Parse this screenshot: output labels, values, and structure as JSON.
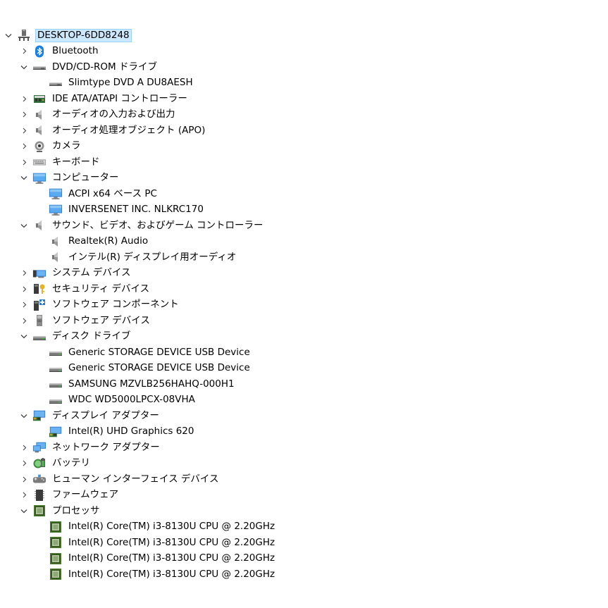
{
  "tree": {
    "items": [
      {
        "label": "DESKTOP-6DD8248",
        "level": 0,
        "expander": "expanded",
        "icon": "computer-root-icon",
        "selected": true
      },
      {
        "label": "Bluetooth",
        "level": 1,
        "expander": "collapsed",
        "icon": "bluetooth-icon"
      },
      {
        "label": "DVD/CD-ROM ドライブ",
        "level": 1,
        "expander": "expanded",
        "icon": "optical-drive-icon"
      },
      {
        "label": "Slimtype DVD A  DU8AESH",
        "level": 2,
        "expander": "none",
        "icon": "optical-drive-icon"
      },
      {
        "label": "IDE ATA/ATAPI コントローラー",
        "level": 1,
        "expander": "collapsed",
        "icon": "ide-controller-icon"
      },
      {
        "label": "オーディオの入力および出力",
        "level": 1,
        "expander": "collapsed",
        "icon": "speaker-icon"
      },
      {
        "label": "オーディオ処理オブジェクト (APO)",
        "level": 1,
        "expander": "collapsed",
        "icon": "speaker-icon"
      },
      {
        "label": "カメラ",
        "level": 1,
        "expander": "collapsed",
        "icon": "camera-icon"
      },
      {
        "label": "キーボード",
        "level": 1,
        "expander": "collapsed",
        "icon": "keyboard-icon"
      },
      {
        "label": "コンピューター",
        "level": 1,
        "expander": "expanded",
        "icon": "monitor-icon"
      },
      {
        "label": "ACPI x64 ベース PC",
        "level": 2,
        "expander": "none",
        "icon": "monitor-icon"
      },
      {
        "label": "INVERSENET INC. NLKRC170",
        "level": 2,
        "expander": "none",
        "icon": "monitor-icon"
      },
      {
        "label": "サウンド、ビデオ、およびゲーム コントローラー",
        "level": 1,
        "expander": "expanded",
        "icon": "speaker-icon"
      },
      {
        "label": "Realtek(R) Audio",
        "level": 2,
        "expander": "none",
        "icon": "speaker-icon"
      },
      {
        "label": "インテル(R) ディスプレイ用オーディオ",
        "level": 2,
        "expander": "none",
        "icon": "speaker-icon"
      },
      {
        "label": "システム デバイス",
        "level": 1,
        "expander": "collapsed",
        "icon": "system-devices-icon"
      },
      {
        "label": "セキュリティ デバイス",
        "level": 1,
        "expander": "collapsed",
        "icon": "security-device-icon"
      },
      {
        "label": "ソフトウェア コンポーネント",
        "level": 1,
        "expander": "collapsed",
        "icon": "software-component-icon"
      },
      {
        "label": "ソフトウェア デバイス",
        "level": 1,
        "expander": "collapsed",
        "icon": "software-device-icon"
      },
      {
        "label": "ディスク ドライブ",
        "level": 1,
        "expander": "expanded",
        "icon": "disk-drive-icon"
      },
      {
        "label": "Generic STORAGE DEVICE USB Device",
        "level": 2,
        "expander": "none",
        "icon": "disk-drive-icon"
      },
      {
        "label": "Generic STORAGE DEVICE USB Device",
        "level": 2,
        "expander": "none",
        "icon": "disk-drive-icon"
      },
      {
        "label": "SAMSUNG MZVLB256HAHQ-000H1",
        "level": 2,
        "expander": "none",
        "icon": "disk-drive-icon"
      },
      {
        "label": "WDC WD5000LPCX-08VHA",
        "level": 2,
        "expander": "none",
        "icon": "disk-drive-icon"
      },
      {
        "label": "ディスプレイ アダプター",
        "level": 1,
        "expander": "expanded",
        "icon": "display-adapter-icon"
      },
      {
        "label": "Intel(R) UHD Graphics 620",
        "level": 2,
        "expander": "none",
        "icon": "display-adapter-icon"
      },
      {
        "label": "ネットワーク アダプター",
        "level": 1,
        "expander": "collapsed",
        "icon": "network-adapter-icon"
      },
      {
        "label": "バッテリ",
        "level": 1,
        "expander": "collapsed",
        "icon": "battery-icon"
      },
      {
        "label": "ヒューマン インターフェイス デバイス",
        "level": 1,
        "expander": "collapsed",
        "icon": "hid-icon"
      },
      {
        "label": "ファームウェア",
        "level": 1,
        "expander": "collapsed",
        "icon": "firmware-icon"
      },
      {
        "label": "プロセッサ",
        "level": 1,
        "expander": "expanded",
        "icon": "processor-icon"
      },
      {
        "label": "Intel(R) Core(TM) i3-8130U CPU @ 2.20GHz",
        "level": 2,
        "expander": "none",
        "icon": "processor-icon"
      },
      {
        "label": "Intel(R) Core(TM) i3-8130U CPU @ 2.20GHz",
        "level": 2,
        "expander": "none",
        "icon": "processor-icon"
      },
      {
        "label": "Intel(R) Core(TM) i3-8130U CPU @ 2.20GHz",
        "level": 2,
        "expander": "none",
        "icon": "processor-icon"
      },
      {
        "label": "Intel(R) Core(TM) i3-8130U CPU @ 2.20GHz",
        "level": 2,
        "expander": "none",
        "icon": "processor-icon"
      }
    ]
  },
  "colors": {
    "selection_bg": "#cce8ff",
    "selection_border": "#99d1ff",
    "expander_arrow": "#444444",
    "monitor_blue": "#3c8fd8",
    "chip_green": "#4b7a2d"
  }
}
